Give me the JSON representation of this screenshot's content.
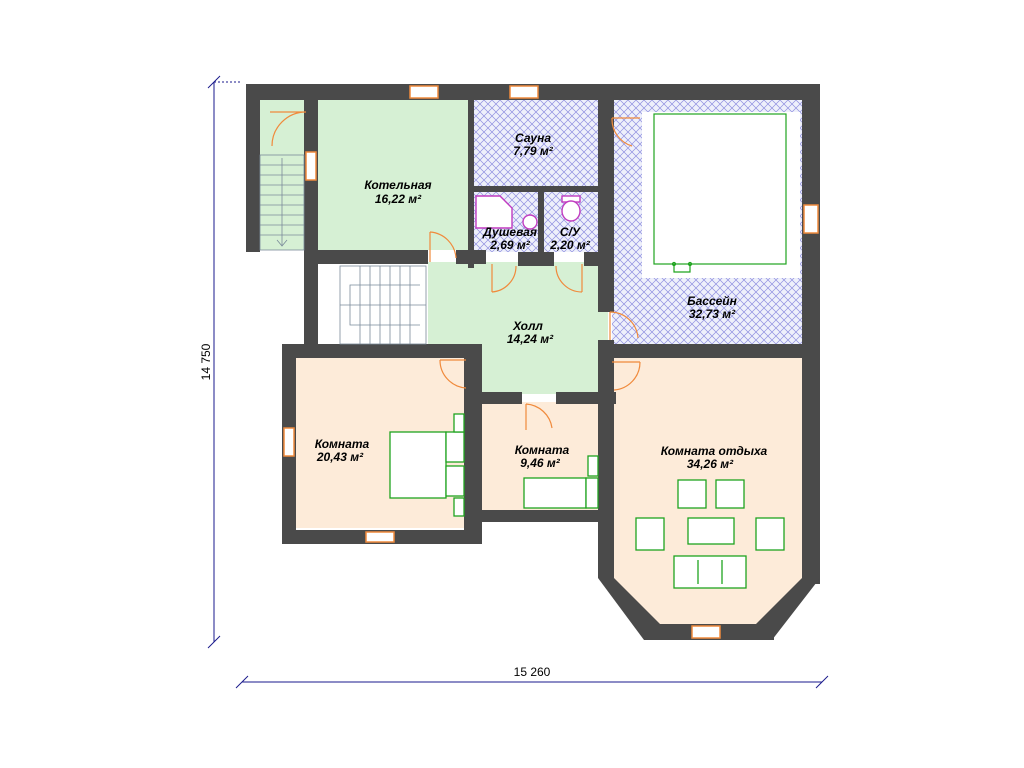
{
  "rooms": {
    "kotelnaya": {
      "name": "Котельная",
      "area": "16,22 м²"
    },
    "sauna": {
      "name": "Сауна",
      "area": "7,79 м²"
    },
    "dush": {
      "name": "Душевая",
      "area": "2,69 м²"
    },
    "su": {
      "name": "С/У",
      "area": "2,20 м²"
    },
    "basseyn": {
      "name": "Бассейн",
      "area": "32,73 м²"
    },
    "holl": {
      "name": "Холл",
      "area": "14,24 м²"
    },
    "komnata1": {
      "name": "Комната",
      "area": "20,43 м²"
    },
    "komnata2": {
      "name": "Комната",
      "area": "9,46 м²"
    },
    "otdyh": {
      "name": "Комната отдыха",
      "area": "34,26 м²"
    }
  },
  "dimensions": {
    "width": "15 260",
    "height": "14 750"
  },
  "colors": {
    "wall": "#4a4a4a",
    "green": "#d6f0d4",
    "peach": "#fdebd9",
    "blue_hatch": "#8f8fe0",
    "window": "#f08a3c",
    "furniture": "#1fa31f",
    "dimension": "#1a1a8c"
  }
}
